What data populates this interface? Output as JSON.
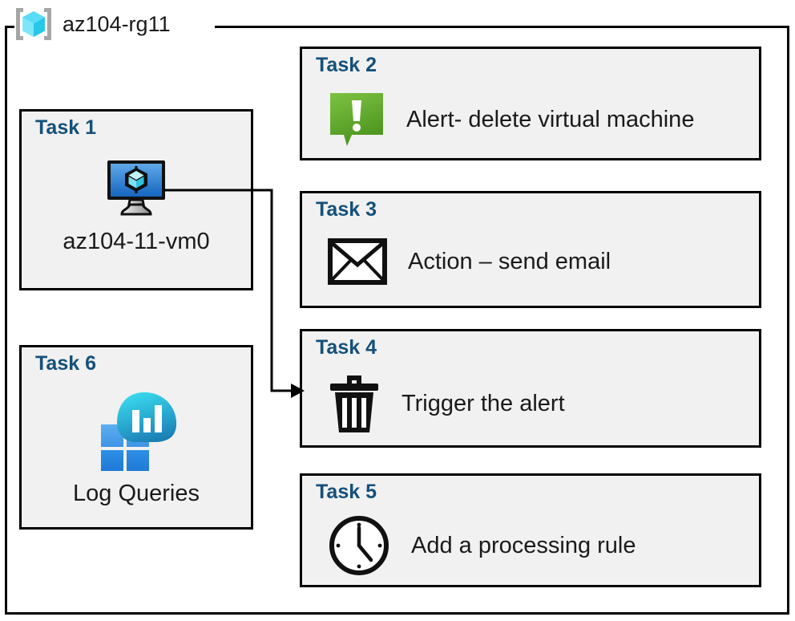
{
  "resource_group": {
    "name": "az104-rg11",
    "icon": "azure-resource-group-icon"
  },
  "colors": {
    "task_title": "#14507A",
    "card_fill": "#F1F1F1",
    "card_border": "#000000",
    "alert_green_light": "#7BBF2E",
    "alert_green_dark": "#4E9A1E",
    "vm_blue_light": "#5FA8E8",
    "vm_blue_dark": "#1565C0",
    "log_cyan": "#32CFE8",
    "log_blue": "#2A8FE0",
    "rg_cube_cyan": "#5FE3F5",
    "rg_bracket_gray": "#A6A6A6"
  },
  "cards": [
    {
      "id": "task1",
      "title": "Task 1",
      "label": "az104-11-vm0",
      "icon": "virtual-machine-icon",
      "layout": "vertical"
    },
    {
      "id": "task2",
      "title": "Task 2",
      "label": "Alert- delete virtual machine",
      "icon": "alert-bubble-icon",
      "layout": "horizontal"
    },
    {
      "id": "task3",
      "title": "Task 3",
      "label": "Action – send email",
      "icon": "envelope-icon",
      "layout": "horizontal"
    },
    {
      "id": "task4",
      "title": "Task 4",
      "label": "Trigger the alert",
      "icon": "trash-can-icon",
      "layout": "horizontal"
    },
    {
      "id": "task5",
      "title": "Task 5",
      "label": "Add a processing rule",
      "icon": "clock-icon",
      "layout": "horizontal"
    },
    {
      "id": "task6",
      "title": "Task 6",
      "label": "Log Queries",
      "icon": "log-analytics-icon",
      "layout": "vertical"
    }
  ],
  "connector": {
    "from": "task1",
    "to": "task4",
    "arrow": "arrowhead-right"
  }
}
